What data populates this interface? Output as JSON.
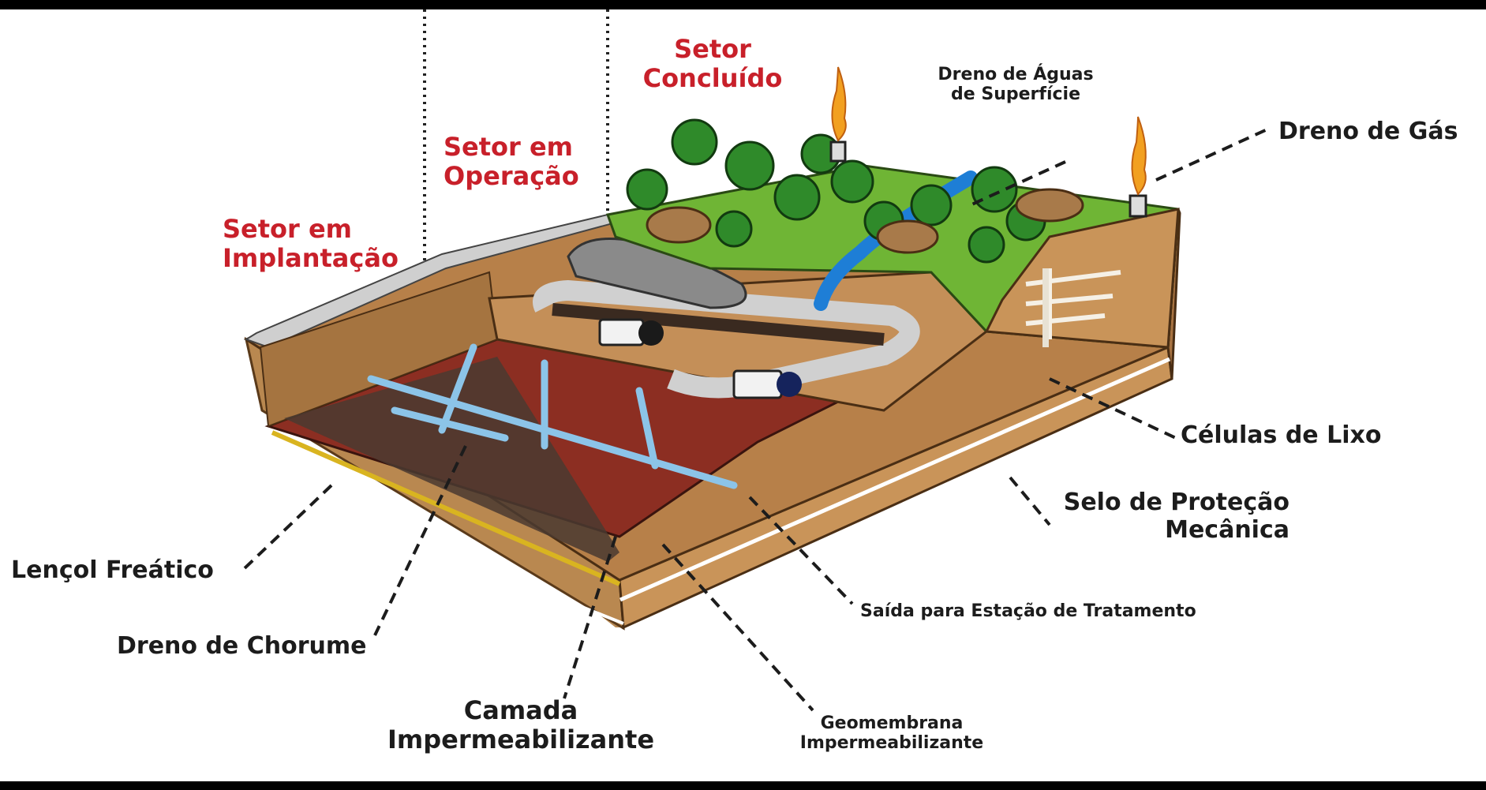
{
  "sectors": {
    "implantacao": [
      "Setor em",
      "Implantação"
    ],
    "operacao": [
      "Setor em",
      "Operação"
    ],
    "concluido": [
      "Setor",
      "Concluído"
    ]
  },
  "labels": {
    "dreno_aguas": [
      "Dreno de Águas",
      "de Superfície"
    ],
    "dreno_gas": "Dreno de Gás",
    "celulas_lixo": "Células de Lixo",
    "selo_protecao": [
      "Selo de Proteção",
      "Mecânica"
    ],
    "saida_tratamento": "Saída para Estação de Tratamento",
    "lencol_freatico": "Lençol Freático",
    "dreno_chorume": "Dreno de Chorume",
    "camada_impermeabilizante": [
      "Camada",
      "Impermeabilizante"
    ],
    "geomembrana": [
      "Geomembrana",
      "Impermeabilizante"
    ]
  },
  "colors": {
    "sector_text": "#c8202a",
    "label_text": "#1c1c1c",
    "soil": "#c99459",
    "soil_dark": "#8a5c2e",
    "clay_red": "#8c2e22",
    "drain_blue": "#8cc4e8",
    "liner_yellow": "#d9b420",
    "grass": "#6fb535",
    "tree": "#2f8a2a",
    "flame": "#f2a020",
    "water": "#1e7ed6"
  }
}
